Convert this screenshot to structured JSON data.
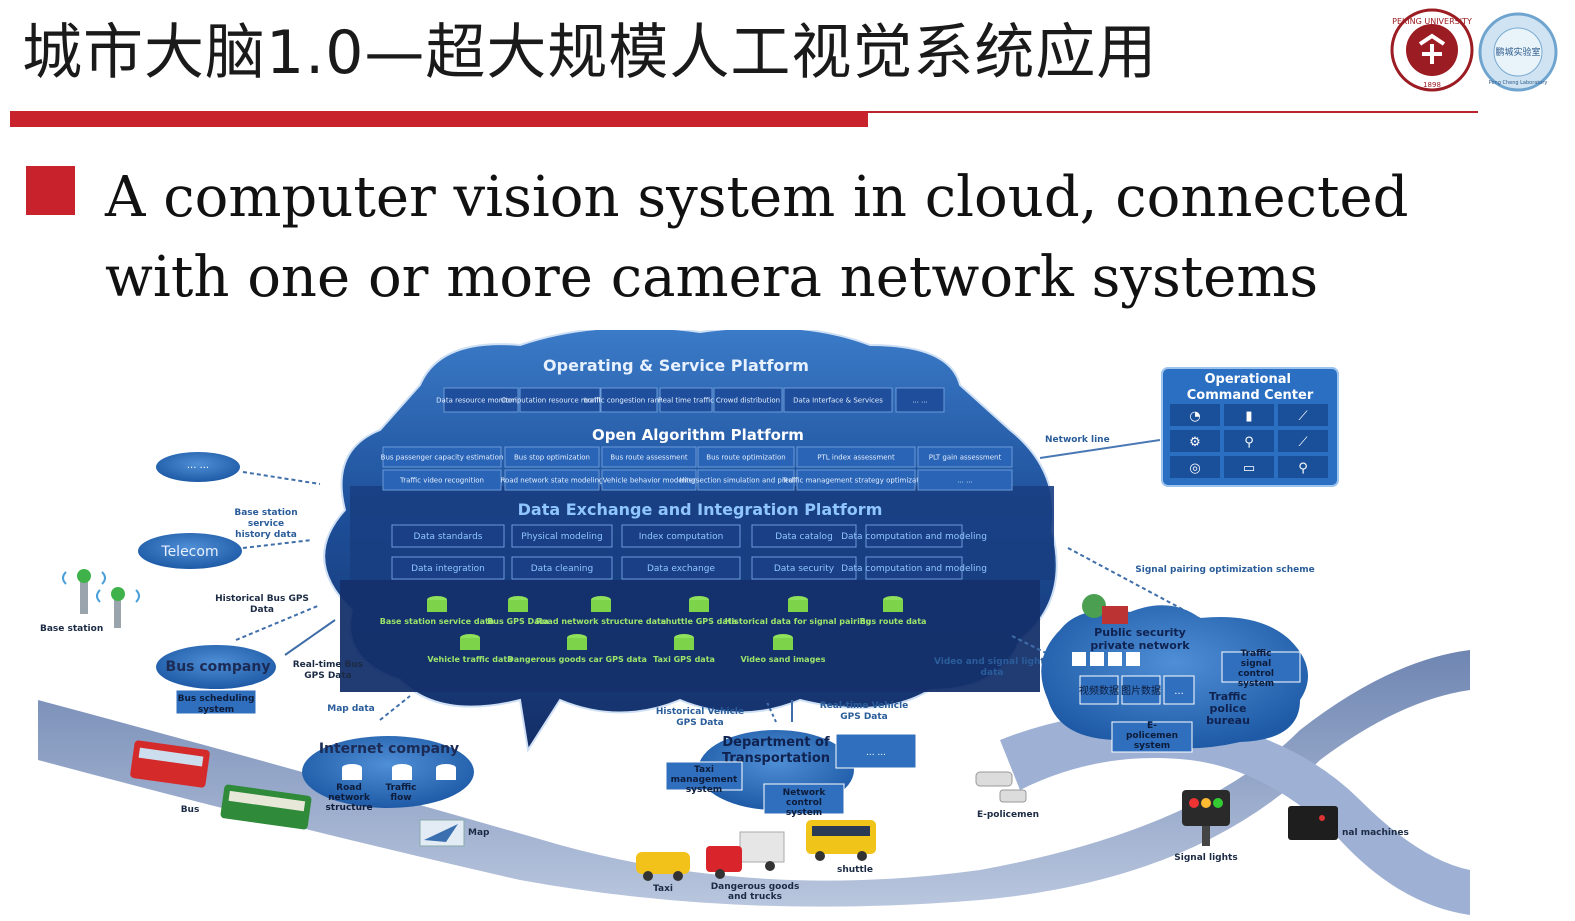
{
  "slide": {
    "title": "城市大脑1.0—超大规模人工视觉系统应用",
    "logo_left_text": "PEKING UNIVERSITY",
    "logo_left_year": "1898",
    "logo_right_text": "鹏城实验室",
    "logo_right_sub": "Peng Cheng Laboratory",
    "bullet": "A computer vision system in cloud, connected with one or more camera network systems"
  },
  "diagram": {
    "operating_platform": {
      "title": "Operating & Service Platform",
      "items": [
        "Data resource monitoring",
        "Computation resource monitoring",
        "traffic congestion ranking",
        "Real time traffic",
        "Crowd distribution",
        "Data Interface & Services",
        "... ..."
      ]
    },
    "algorithm_platform": {
      "title": "Open Algorithm Platform",
      "row1": [
        "Bus passenger capacity estimation",
        "Bus stop optimization",
        "Bus route assessment",
        "Bus route optimization",
        "PTL index assessment",
        "PLT gain assessment"
      ],
      "row2": [
        "Traffic video recognition",
        "Road network state modeling",
        "Vehicle behavior modeling",
        "Intersection simulation and prediction",
        "Traffic management strategy optimization",
        "... ..."
      ]
    },
    "exchange_platform": {
      "title": "Data Exchange and Integration Platform",
      "row1": [
        "Data standards",
        "Physical modeling",
        "Index computation",
        "Data catalog",
        "Data computation and modeling"
      ],
      "row2": [
        "Data integration",
        "Data cleaning",
        "Data exchange",
        "Data security",
        "Data computation and modeling"
      ]
    },
    "data_sources": {
      "row1": [
        "Base station service data",
        "Bus GPS Data",
        "Road network structure data",
        "shuttle GPS data",
        "Historical data for signal pairing",
        "Bus route data"
      ],
      "row2": [
        "Vehicle traffic data",
        "Dangerous goods car GPS data",
        "Taxi GPS data",
        "Video sand images"
      ]
    },
    "command_center": {
      "title": "Operational Command Center",
      "network_line": "Network line"
    },
    "left": {
      "ellipsis": "··· ···",
      "telecom": "Telecom",
      "base_station_history": "Base station service history data",
      "base_station": "Base station",
      "hist_bus_gps": "Historical Bus GPS Data",
      "bus_company": "Bus company",
      "realtime_bus_gps": "Real-time Bus GPS Data",
      "bus_scheduling": "Bus scheduling system",
      "map_data": "Map data",
      "internet_company": "Internet company",
      "road_network_structure": "Road network structure",
      "traffic_flow": "Traffic flow",
      "map": "Map",
      "bus": "Bus"
    },
    "bottom": {
      "hist_vehicle_gps": "Historical Vehicle GPS Data",
      "realtime_vehicle_gps": "Real-time Vehicle GPS Data",
      "department_transportation": "Department of Transportation",
      "dept_ellipsis": "... ...",
      "taxi_management": "Taxi management system",
      "network_control": "Network control system",
      "taxi": "Taxi",
      "dangerous_goods": "Dangerous goods and trucks",
      "shuttle": "shuttle"
    },
    "right": {
      "signal_pairing": "Signal pairing optimization scheme",
      "video_signal": "Video and signal lights data",
      "public_security": "Public security private network",
      "video_data_cn": "视频数据",
      "image_data_cn": "图片数据",
      "more": "...",
      "traffic_signal": "Traffic signal control system",
      "traffic_police": "Traffic police bureau",
      "e_policemen_system": "E-policemen system",
      "e_policemen": "E-policemen",
      "signal_lights": "Signal lights",
      "terminal_machines": "nal machines"
    },
    "colors": {
      "accent_red": "#c8232c",
      "cloud_blue": "#1f5fa8",
      "deep_navy": "#17336b",
      "data_green": "#7dd34a",
      "road_blue": "#8ea3c8"
    }
  }
}
